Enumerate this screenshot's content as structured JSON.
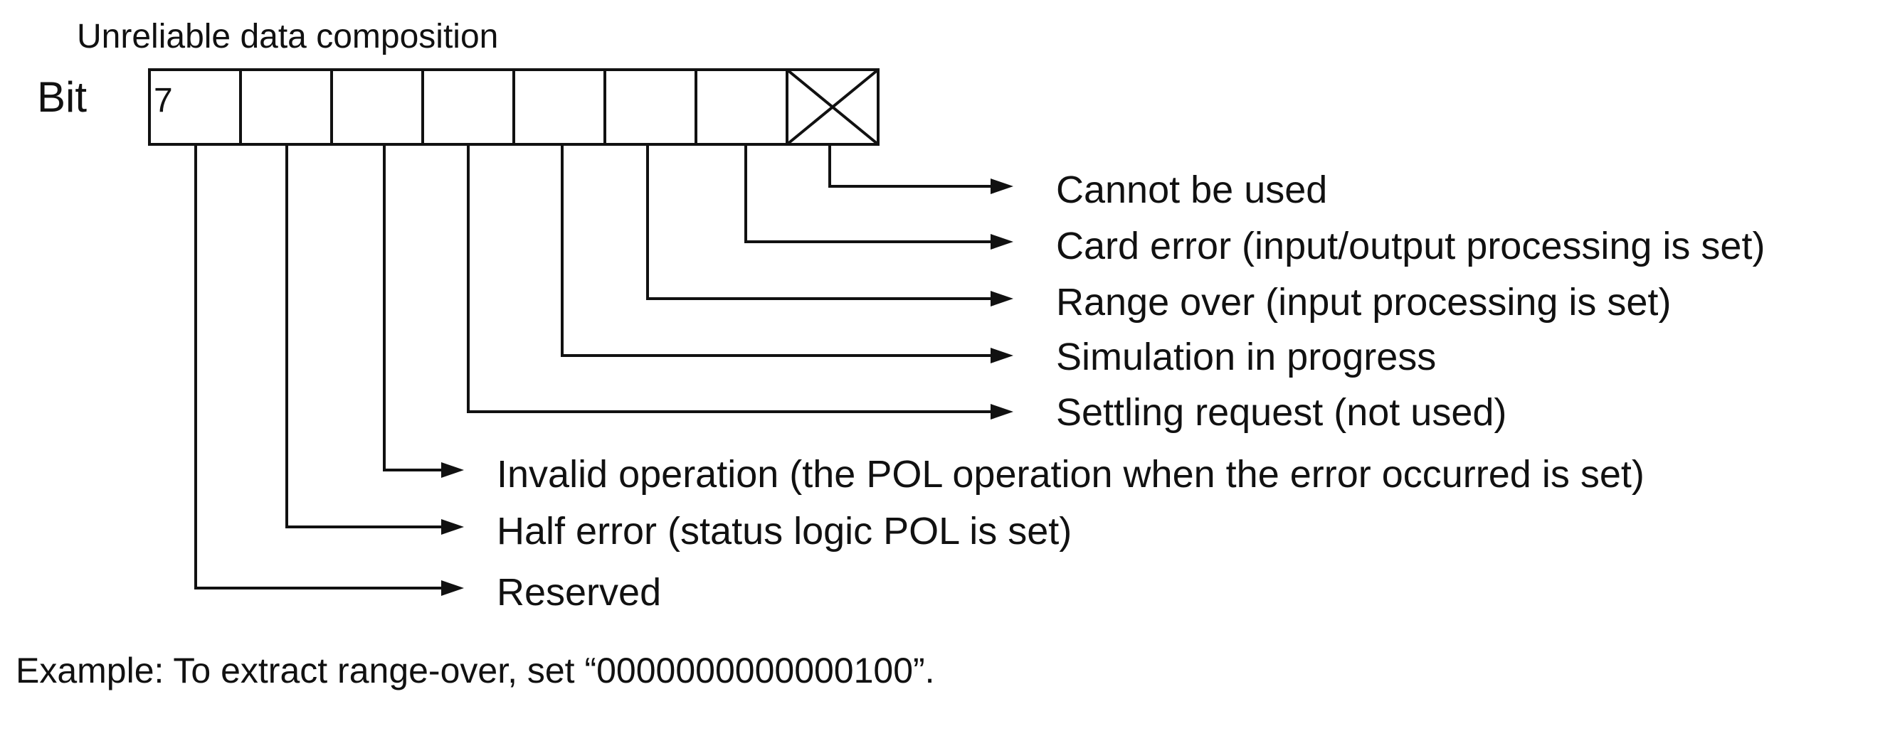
{
  "title": "Unreliable data composition",
  "bit_label": "Bit",
  "register": {
    "cell_count": 8,
    "first_cell_label": "7",
    "last_cell_crossed": true
  },
  "bits": [
    {
      "label": "Reserved"
    },
    {
      "label": "Half error (status logic POL is set)"
    },
    {
      "label": "Invalid operation (the POL operation when the error occurred is set)"
    },
    {
      "label": "Settling request (not used)"
    },
    {
      "label": "Simulation in progress"
    },
    {
      "label": "Range over (input processing is set)"
    },
    {
      "label": "Card error (input/output processing is set)"
    },
    {
      "label": "Cannot be used"
    }
  ],
  "example": "Example: To extract range-over, set “0000000000000100”."
}
